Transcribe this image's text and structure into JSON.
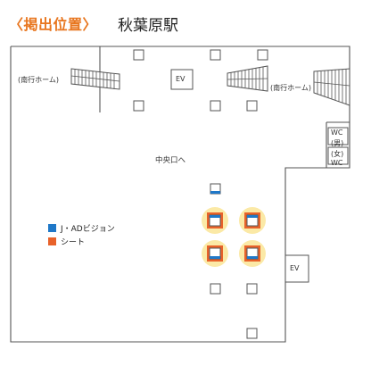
{
  "header": {
    "tag": "〈掲出位置〉",
    "station": "秋葉原駅"
  },
  "map": {
    "platform_left": "(南行ホーム)",
    "platform_right": "(南行ホーム)",
    "elevator_top": "EV",
    "elevator_bottom": "EV",
    "central_exit": "中央口へ",
    "wc_men_label": "WC",
    "wc_men_sub": "(男)",
    "wc_women_sub": "(女)",
    "wc_women_label": "WC"
  },
  "legend": [
    {
      "label": "J・ADビジョン",
      "color": "#1f78c8"
    },
    {
      "label": "シート",
      "color": "#e8622a"
    }
  ],
  "colors": {
    "accent": "#e8761f",
    "highlight": "#fbe9a6",
    "line": "#555555"
  }
}
